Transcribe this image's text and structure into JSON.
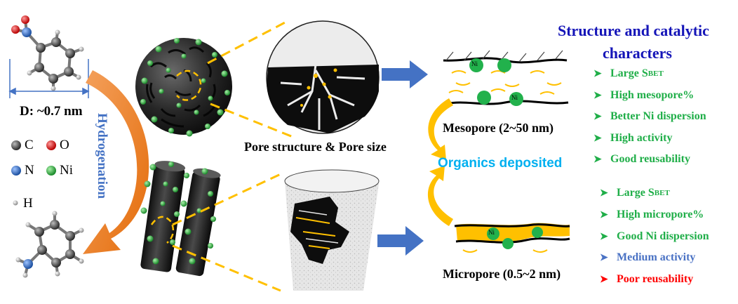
{
  "molecule_dimension": "D: ~0.7 nm",
  "legend": {
    "c_label": "C",
    "o_label": "O",
    "n_label": "N",
    "ni_label": "Ni",
    "h_label": "H"
  },
  "reaction_label": "Hydrogenation",
  "pore_label": "Pore structure  & Pore size",
  "mesopore_label": "Mesopore (2~50 nm)",
  "micropore_label": "Micropore (0.5~2 nm)",
  "organics_label": "Organics deposited",
  "ni_particle_label": "Ni",
  "title_line1": "Structure and catalytic",
  "title_line2": "characters",
  "mesopore_features": [
    {
      "text": "Large S",
      "sub": "BET"
    },
    {
      "text": "High mesopore%"
    },
    {
      "text": "Better Ni dispersion"
    },
    {
      "text": "High activity"
    },
    {
      "text": "Good reusability"
    }
  ],
  "micropore_features": [
    {
      "text": "Large S",
      "sub": "BET"
    },
    {
      "text": "High micropore%"
    },
    {
      "text": "Good Ni dispersion"
    },
    {
      "text": "Medium activity"
    },
    {
      "text": "Poor reusability"
    }
  ],
  "colors": {
    "title": "#1515b8",
    "good": "#1fae48",
    "medium": "#4a72c4",
    "poor": "#ff0000",
    "organics": "#00b0f0",
    "ni_green": "#22b14c",
    "deposit_yellow": "#ffc000",
    "process_arrow": "#4472c4",
    "curve_arrow": "#ed7d31"
  }
}
